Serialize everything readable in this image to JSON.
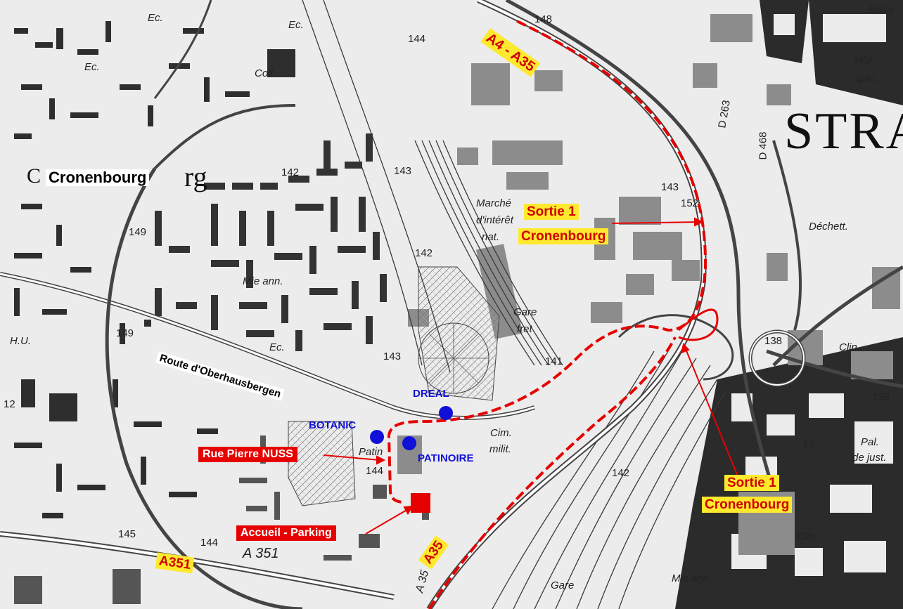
{
  "labels": {
    "district": "Cronenbourg",
    "district_suffix": "rg",
    "city": "STRA",
    "route_oberhausbergen": "Route d'Oberhausbergen",
    "rue_pierre_nuss": "Rue Pierre NUSS",
    "accueil_parking": "Accueil - Parking",
    "sortie1_line1": "Sortie 1",
    "sortie1_line2": "Cronenbourg",
    "a4_a35": "A4 - A35",
    "a35": "A35",
    "a351": "A351",
    "a351_map": "A 351",
    "a35_map": "A 35",
    "d468": "D 468",
    "d263": "D 263",
    "dreal": "DREAL",
    "botanic": "BOTANIC",
    "patinoire": "PATINOIRE"
  },
  "topo": {
    "ec": "Ec.",
    "coll": "Coll.",
    "hop": "Hôp.",
    "spec": "spéc.",
    "brass": "Brass",
    "marche1": "Marché",
    "marche2": "d'intérêt",
    "marche3": "nat.",
    "gare": "Gare",
    "fret": "fret",
    "mie_ann": "Mie ann.",
    "cim": "Cim.",
    "milit": "milit.",
    "patin": "Patin",
    "clin": "Clin.",
    "pal": "Pal.",
    "de_just": "de just.",
    "dechett": "Déchett.",
    "hu": "H.U.",
    "e144": "144",
    "e142": "142",
    "e143": "143",
    "e149": "149",
    "e148": "148",
    "e152": "152",
    "e141": "141",
    "e138": "138",
    "e145": "145",
    "e12": "12"
  },
  "colors": {
    "route_red": "#e60000",
    "label_yellow": "#ffe92e",
    "poi_blue": "#1010d8",
    "map_gray": "#ececec",
    "building": "#8a8a8a",
    "dense": "#2a2a2a"
  }
}
